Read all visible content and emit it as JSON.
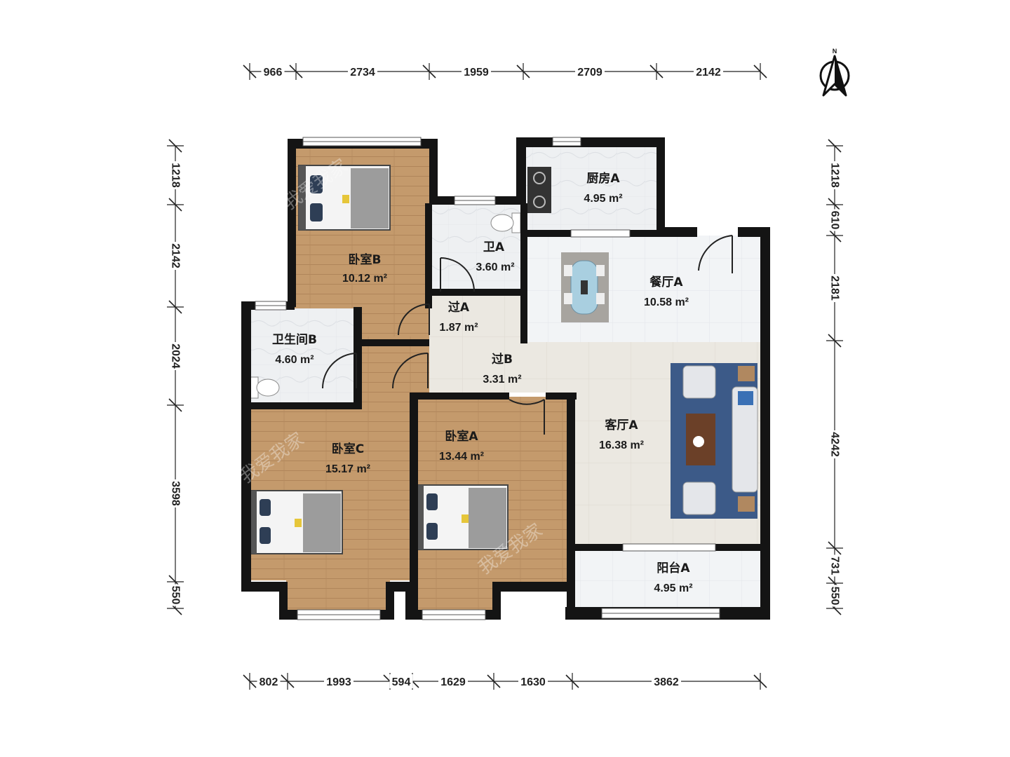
{
  "compass": {
    "label": "N",
    "icon": "north-arrow-icon"
  },
  "dimensions": {
    "top": [
      "966",
      "2734",
      "1959",
      "2709",
      "2142"
    ],
    "bottom": [
      "802",
      "1993",
      "594",
      "1629",
      "1630",
      "3862"
    ],
    "left": [
      "1218",
      "2142",
      "2024",
      "3598",
      "550"
    ],
    "right": [
      "1218",
      "610",
      "2181",
      "4242",
      "731",
      "550"
    ]
  },
  "rooms": {
    "bedroom_b": {
      "name": "卧室B",
      "area": "10.12 m²"
    },
    "bathroom_a": {
      "name": "卫A",
      "area": "3.60 m²"
    },
    "kitchen_a": {
      "name": "厨房A",
      "area": "4.95 m²"
    },
    "dining_a": {
      "name": "餐厅A",
      "area": "10.58 m²"
    },
    "hall_a": {
      "name": "过A",
      "area": "1.87 m²"
    },
    "hall_b": {
      "name": "过B",
      "area": "3.31 m²"
    },
    "bathroom_b": {
      "name": "卫生间B",
      "area": "4.60 m²"
    },
    "bedroom_c": {
      "name": "卧室C",
      "area": "15.17 m²"
    },
    "bedroom_a": {
      "name": "卧室A",
      "area": "13.44 m²"
    },
    "living_a": {
      "name": "客厅A",
      "area": "16.38 m²"
    },
    "balcony_a": {
      "name": "阳台A",
      "area": "4.95 m²"
    }
  },
  "watermark": "我爱我家",
  "colors": {
    "wood": "#c49a6c",
    "tile": "#f1f3f5",
    "hall": "#e8e4da",
    "wall": "#141414",
    "rug": "#3c5a88"
  }
}
